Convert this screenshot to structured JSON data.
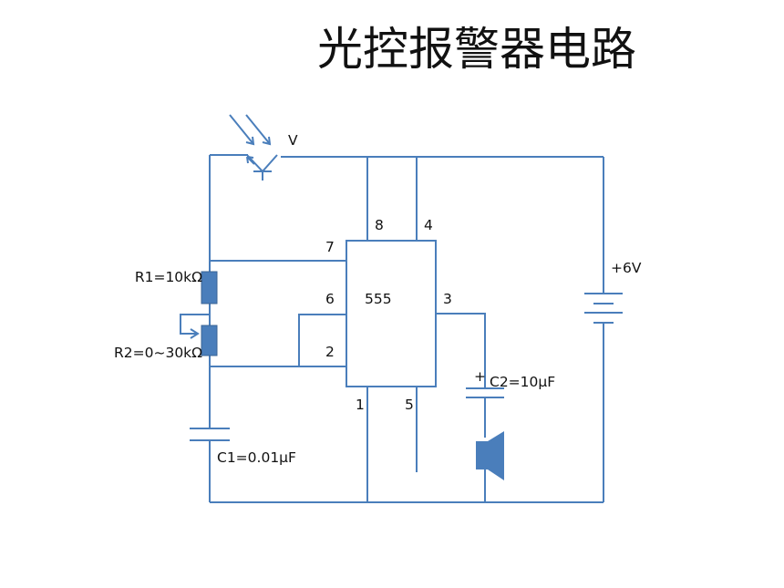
{
  "title": "光控报警器电路",
  "colors": {
    "wire": "#4a7ebb",
    "component_fill": "#4a7ebb",
    "text": "#111111"
  },
  "components": {
    "phototransistor": "V",
    "r1": "R1=10kΩ",
    "r2": "R2=0~30kΩ",
    "c1": "C1=0.01μF",
    "c2": "C2=10μF",
    "c2_polarity": "+",
    "battery": "+6V",
    "ic": "555"
  },
  "pins": {
    "p1": "1",
    "p2": "2",
    "p3": "3",
    "p4": "4",
    "p5": "5",
    "p6": "6",
    "p7": "7",
    "p8": "8"
  }
}
